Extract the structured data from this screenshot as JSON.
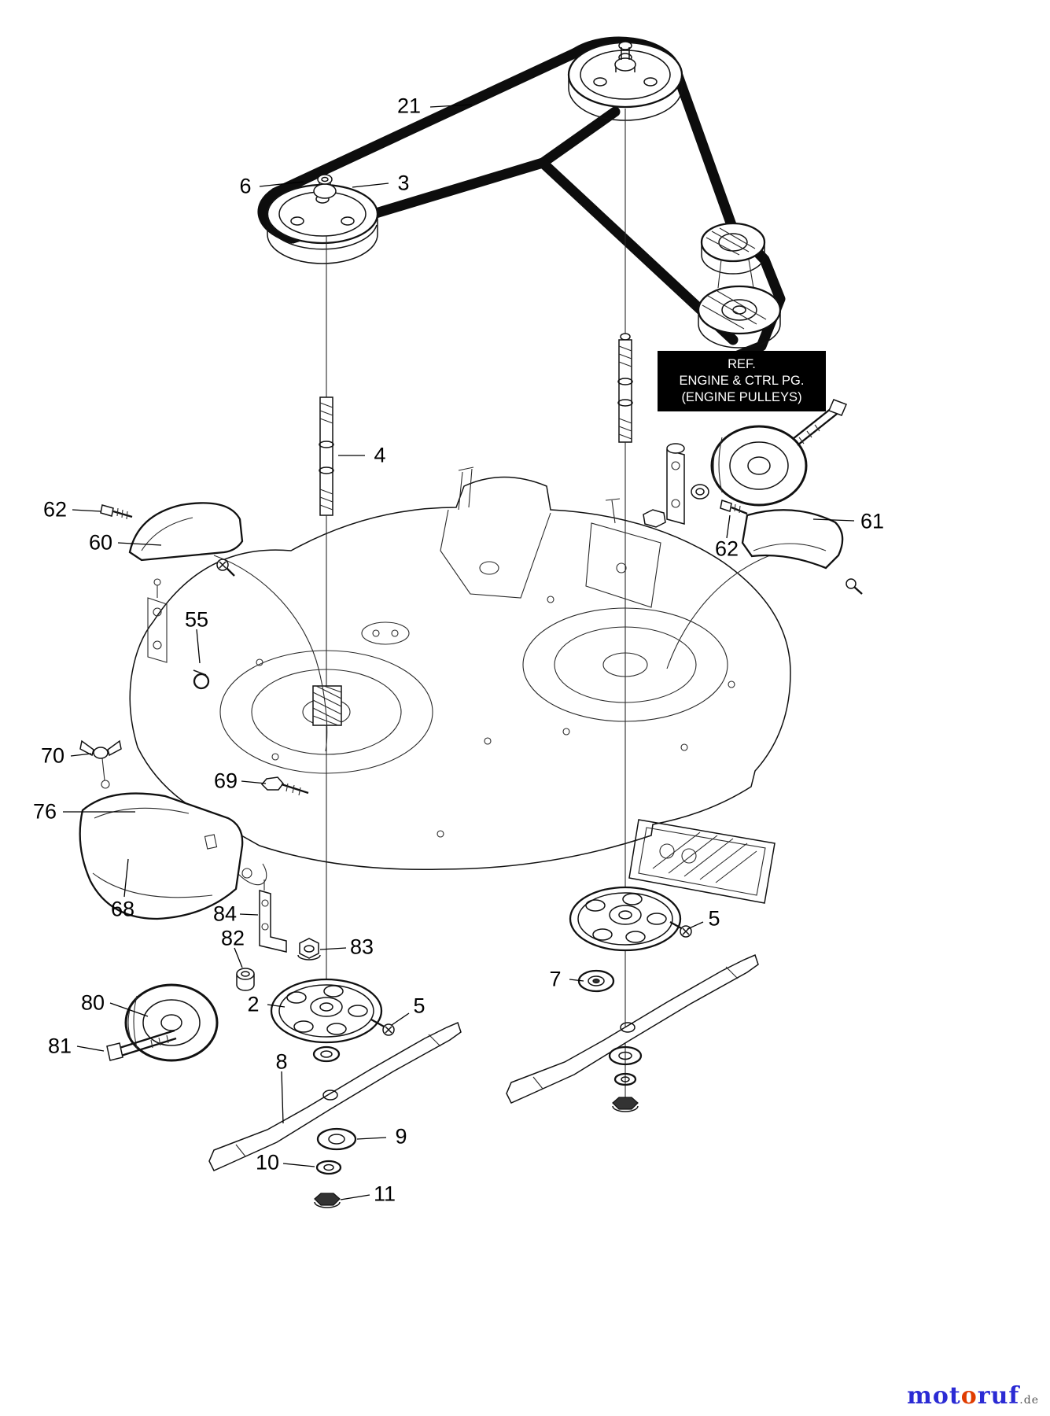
{
  "diagram": {
    "subject": "mower-deck-exploded-parts-diagram"
  },
  "ref_box": {
    "line1": "REF.",
    "line2": "ENGINE & CTRL PG.",
    "line3": "(ENGINE PULLEYS)"
  },
  "callouts": {
    "c21": "21",
    "c6": "6",
    "c3": "3",
    "c4": "4",
    "c62_left": "62",
    "c60": "60",
    "c55": "55",
    "c70": "70",
    "c76": "76",
    "c69": "69",
    "c68": "68",
    "c84": "84",
    "c82": "82",
    "c83": "83",
    "c80": "80",
    "c2": "2",
    "c5_left": "5",
    "c81": "81",
    "c8": "8",
    "c9": "9",
    "c10": "10",
    "c11": "11",
    "c7": "7",
    "c5_right": "5",
    "c61": "61",
    "c62_right": "62"
  },
  "watermark": {
    "prefix": "mot",
    "accent": "o",
    "suffix": "ruf",
    "domain": ".de"
  },
  "colors": {
    "ref_box_bg": "#000000",
    "ref_box_text": "#ffffff",
    "watermark_blue": "#2b2bd4",
    "watermark_red": "#e03c00",
    "line_art": "#111111"
  }
}
